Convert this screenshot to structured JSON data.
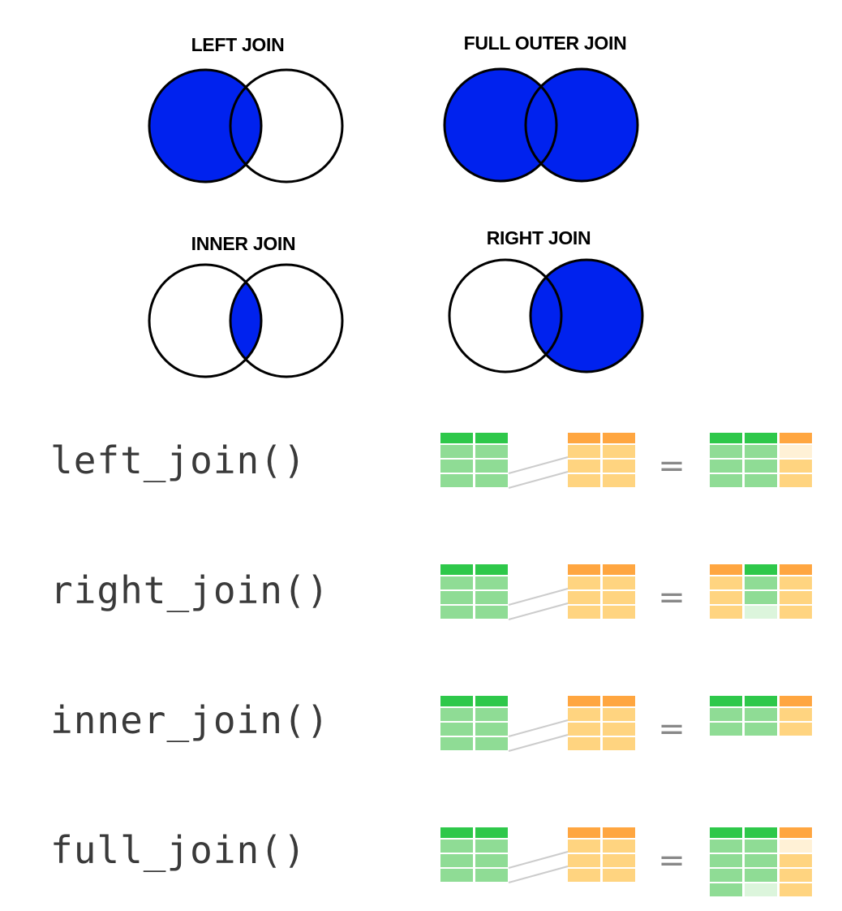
{
  "venn": [
    {
      "key": "left",
      "title": "LEFT JOIN"
    },
    {
      "key": "full",
      "title": "FULL OUTER JOIN"
    },
    {
      "key": "inner",
      "title": "INNER JOIN"
    },
    {
      "key": "right",
      "title": "RIGHT JOIN"
    }
  ],
  "functions": [
    {
      "key": "left",
      "label": "left_join()",
      "equals": "="
    },
    {
      "key": "right",
      "label": "right_join()",
      "equals": "="
    },
    {
      "key": "inner",
      "label": "inner_join()",
      "equals": "="
    },
    {
      "key": "full",
      "label": "full_join()",
      "equals": "="
    }
  ],
  "colors": {
    "venn_fill": "#0022ee",
    "venn_stroke": "#000000",
    "green_header": "#2ec84a",
    "green_cell": "#8fdc95",
    "green_faint": "#dcf5dc",
    "orange_header": "#ffa640",
    "orange_cell": "#ffd480",
    "orange_faint": "#fff1d6",
    "connector": "#cccccc",
    "equals": "#888888"
  }
}
